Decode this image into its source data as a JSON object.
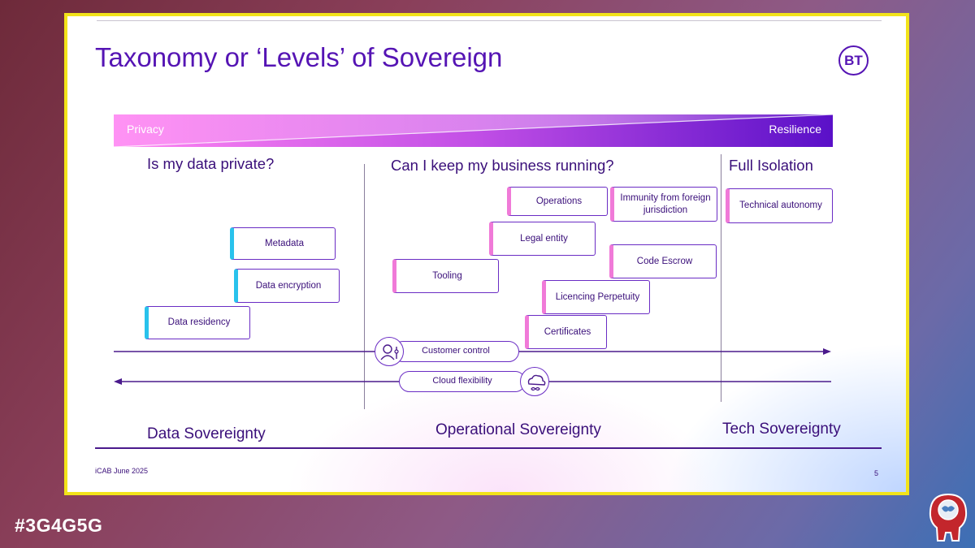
{
  "slide": {
    "title": "Taxonomy or ‘Levels’ of Sovereign",
    "logo_text": "BT",
    "band": {
      "left_label": "Privacy",
      "right_label": "Resilience"
    },
    "questions": [
      "Is my data private?",
      "Can I keep my business running?",
      "Full Isolation"
    ],
    "data_boxes": [
      "Metadata",
      "Data encryption",
      "Data residency"
    ],
    "operational_boxes": [
      "Operations",
      "Immunity from foreign jurisdiction",
      "Legal entity",
      "Tooling",
      "Code Escrow",
      "Licencing Perpetuity",
      "Certificates"
    ],
    "tech_boxes": [
      "Technical autonomy"
    ],
    "arrows": {
      "right_label": "Customer control",
      "left_label": "Cloud flexibility"
    },
    "icons": {
      "customer_control": "person-control-icon",
      "cloud_flexibility": "cloud-infinity-icon"
    },
    "sovereignty_labels": [
      "Data Sovereignty",
      "Operational Sovereignty",
      "Tech Sovereignty"
    ],
    "footer": "iCAB June 2025",
    "page_number": "5"
  },
  "overlay": {
    "hashtag": "#3G4G5G",
    "brand_icon": "globe-head-logo-icon"
  },
  "colors": {
    "accent": "#5514b4",
    "frame": "#f2e31a",
    "band_start": "#ff7ff0",
    "band_end": "#5a10c8"
  }
}
